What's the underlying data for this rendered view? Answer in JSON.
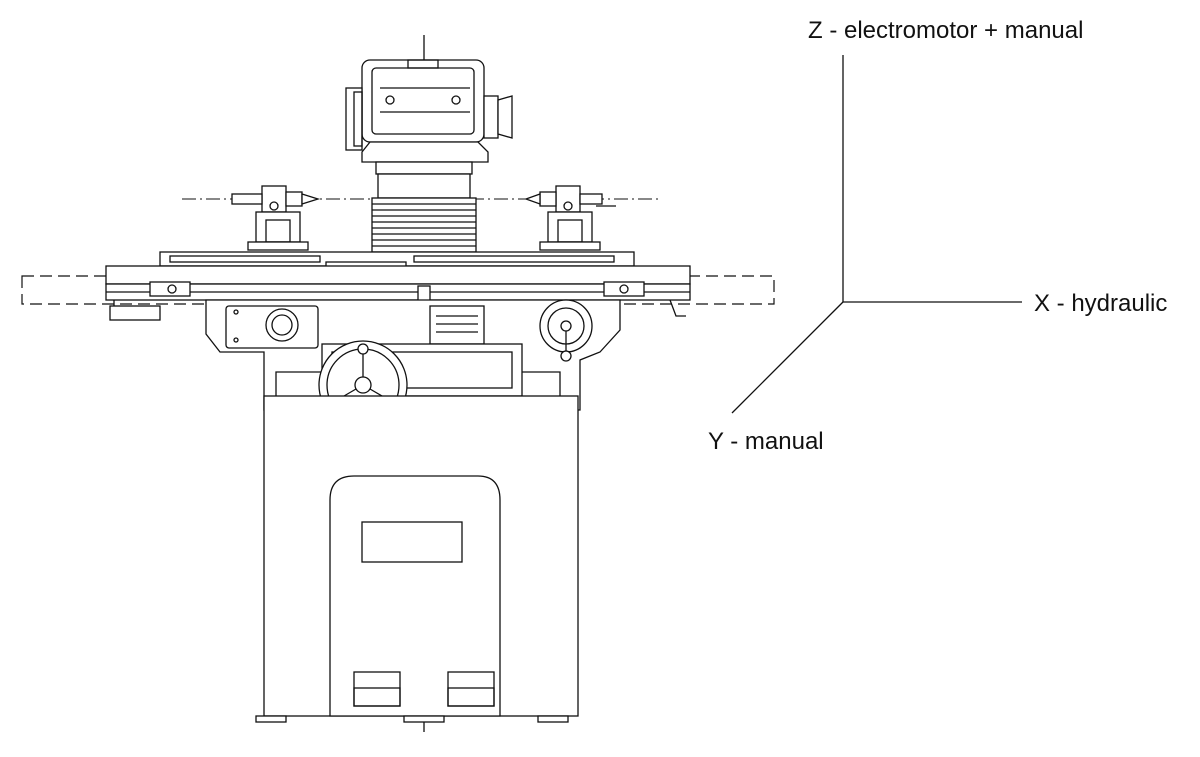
{
  "diagram": {
    "axes": {
      "z_label": "Z - electromotor + manual",
      "x_label": "X - hydraulic",
      "y_label": "Y - manual"
    },
    "colors": {
      "line": "#111111",
      "background": "#ffffff"
    }
  }
}
